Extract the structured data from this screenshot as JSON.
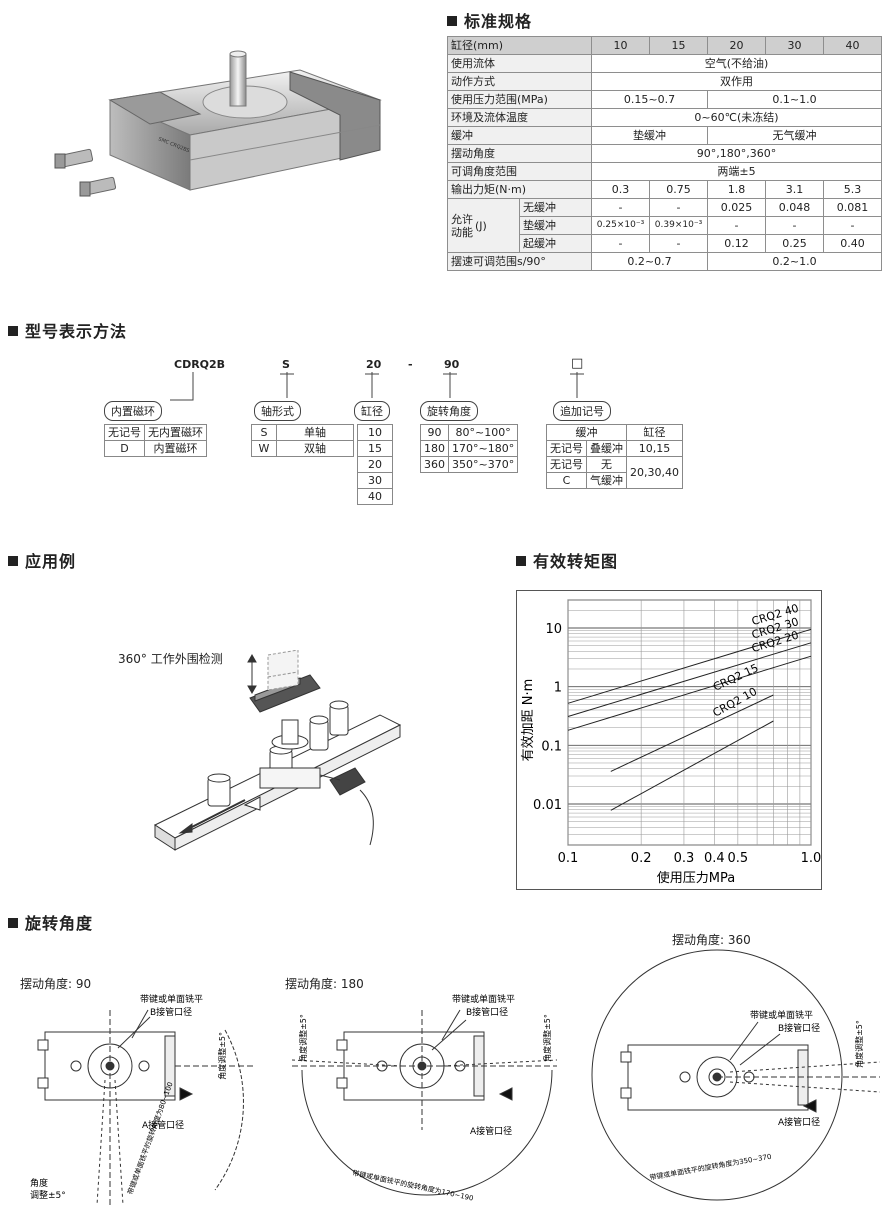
{
  "spec": {
    "title": "标准规格",
    "header": [
      "缸径(mm)",
      "10",
      "15",
      "20",
      "30",
      "40"
    ],
    "fluid": {
      "label": "使用流体",
      "value": "空气(不给油)"
    },
    "action": {
      "label": "动作方式",
      "value": "双作用"
    },
    "pressure": {
      "label": "使用压力范围(MPa)",
      "v1": "0.15~0.7",
      "v2": "0.1~1.0"
    },
    "temp": {
      "label": "环境及流体温度",
      "value": "0~60℃(未冻结)"
    },
    "cushion": {
      "label": "缓冲",
      "v1": "垫缓冲",
      "v2": "无气缓冲"
    },
    "angle": {
      "label": "摆动角度",
      "value": "90°,180°,360°"
    },
    "adjust": {
      "label": "可调角度范围",
      "value": "两端±5"
    },
    "torque": {
      "label": "输出力矩(N·m)",
      "values": [
        "0.3",
        "0.75",
        "1.8",
        "3.1",
        "5.3"
      ]
    },
    "energy": {
      "label": "允许动能",
      "unit": "(J)",
      "rows": [
        {
          "label": "无缓冲",
          "values": [
            "-",
            "-",
            "0.025",
            "0.048",
            "0.081"
          ]
        },
        {
          "label": "垫缓冲",
          "values": [
            "0.25×10⁻³",
            "0.39×10⁻³",
            "-",
            "-",
            "-"
          ]
        },
        {
          "label": "起缓冲",
          "values": [
            "-",
            "-",
            "0.12",
            "0.25",
            "0.40"
          ]
        }
      ]
    },
    "speed": {
      "label": "摆速可调范围s/90°",
      "v1": "0.2~0.7",
      "v2": "0.2~1.0"
    }
  },
  "model": {
    "title": "型号表示方法",
    "codes": [
      "CDRQ2B",
      "S",
      "20",
      "-",
      "90",
      "□"
    ],
    "magnet": {
      "title": "内置磁环",
      "rows": [
        [
          "无记号",
          "无内置磁环"
        ],
        [
          "D",
          "内置磁环"
        ]
      ]
    },
    "shaft": {
      "title": "轴形式",
      "rows": [
        [
          "S",
          "单轴"
        ],
        [
          "W",
          "双轴"
        ]
      ]
    },
    "bore": {
      "title": "缸径",
      "rows": [
        "10",
        "15",
        "20",
        "30",
        "40"
      ]
    },
    "rotation": {
      "title": "旋转角度",
      "rows": [
        [
          "90",
          "80°~100°"
        ],
        [
          "180",
          "170°~180°"
        ],
        [
          "360",
          "350°~370°"
        ]
      ]
    },
    "suffix": {
      "title": "追加记号",
      "head": [
        "缓冲",
        "缸径"
      ],
      "rows": [
        [
          "无记号",
          "叠缓冲",
          "10,15"
        ],
        [
          "无记号",
          "无",
          "20,30,40"
        ],
        [
          "C",
          "气缓冲"
        ]
      ]
    }
  },
  "application": {
    "title": "应用例",
    "caption": "360° 工作外围检测"
  },
  "torque_chart": {
    "title": "有效转矩图"
  },
  "chart_data": {
    "type": "line",
    "xlabel": "使用压力MPa",
    "ylabel": "有效加距 N·m",
    "xscale": "log",
    "yscale": "log",
    "xlim": [
      0.1,
      1.0
    ],
    "ylim": [
      0.002,
      30
    ],
    "xticks": [
      "0.1",
      "0.2",
      "0.3",
      "0.4",
      "0.5",
      "1.0"
    ],
    "yticks": [
      "10",
      "1",
      "0.1",
      "0.01"
    ],
    "series": [
      {
        "name": "CRQ2 40",
        "x": [
          0.1,
          1.0
        ],
        "y": [
          0.52,
          9.5
        ]
      },
      {
        "name": "CRQ2 30",
        "x": [
          0.1,
          1.0
        ],
        "y": [
          0.31,
          5.6
        ]
      },
      {
        "name": "CRQ2 20",
        "x": [
          0.1,
          1.0
        ],
        "y": [
          0.18,
          3.3
        ]
      },
      {
        "name": "CRQ2 15",
        "x": [
          0.15,
          0.7
        ],
        "y": [
          0.036,
          0.72
        ]
      },
      {
        "name": "CRQ2 10",
        "x": [
          0.15,
          0.7
        ],
        "y": [
          0.0078,
          0.26
        ]
      }
    ]
  },
  "rotation": {
    "title": "旋转角度",
    "d90": {
      "label": "摆动角度: 90",
      "keyflat": "带键或单面铣平",
      "portB": "B接管口径",
      "portA": "A接管口径",
      "adj": "角度调整±5°",
      "adj2": "角度\n调整±5°",
      "arc": "带键或单面铣平的旋转角度为80~100"
    },
    "d180": {
      "label": "摆动角度: 180",
      "keyflat": "带键或单面铣平",
      "portB": "B接管口径",
      "portA": "A接管口径",
      "adj": "角度调整±5°",
      "arc": "带键或单面铣平的旋转角度为170~190"
    },
    "d360": {
      "label": "摆动角度: 360",
      "keyflat": "带键或单面铣平",
      "portB": "B接管口径",
      "portA": "A接管口径",
      "adj": "角度调整±5°",
      "arc": "带键或单面铣平的旋转角度为350~370"
    }
  }
}
